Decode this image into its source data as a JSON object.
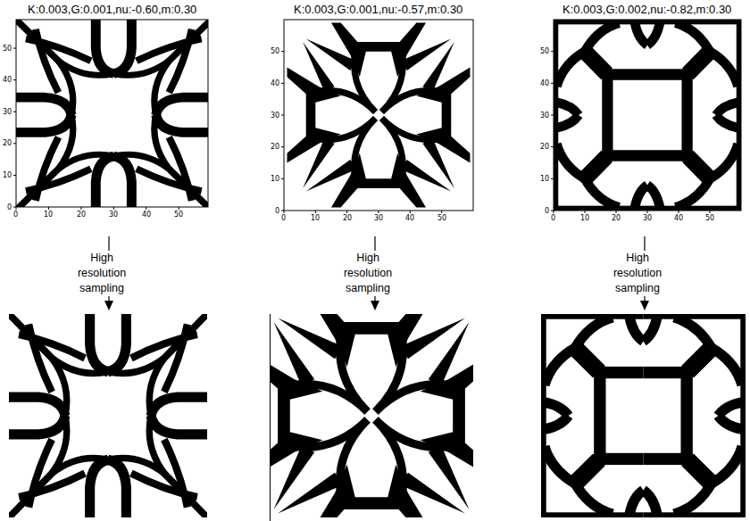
{
  "diagram": {
    "labels": [
      "K:0.003,G:0.001,nu:-0.60,m:0.30",
      "0",
      "10",
      "20",
      "30",
      "40",
      "50",
      "0",
      "10",
      "20",
      "30",
      "40",
      "50",
      "K:0.003,G:0.001,nu:-0.57,m:0.30",
      "0",
      "10",
      "20",
      "30",
      "40",
      "50",
      "0",
      "10",
      "20",
      "30",
      "40",
      "50",
      "K:0.003,G:0.002,nu:-0.82,m:0.30",
      "0",
      "10",
      "20",
      "30",
      "40",
      "50",
      "0",
      "10",
      "20",
      "30",
      "40",
      "50",
      "High resolution sampling",
      "High resolution sampling",
      "High resolution sampling"
    ]
  }
}
